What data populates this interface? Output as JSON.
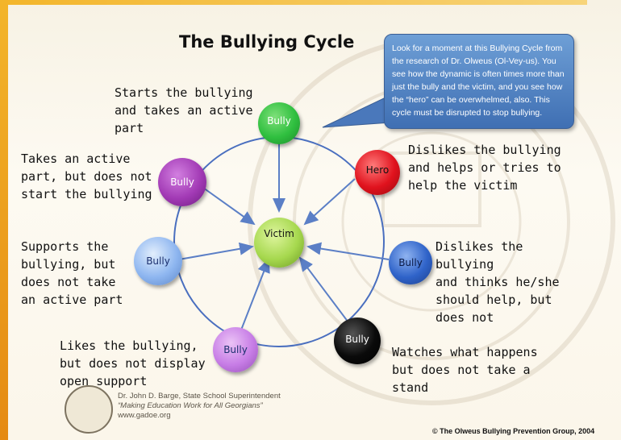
{
  "title": "The Bullying Cycle",
  "callout": "Look for a moment at this Bullying Cycle from the research of Dr. Olweus (Ol-Vey-us).  You see how the dynamic is often times more than just the bully and the victim, and you see how the “hero” can be overwhelmed, also.  This cycle must be disrupted to stop bullying.",
  "nodes": {
    "bully_top": "Bully",
    "bully_upper_left": "Bully",
    "bully_left": "Bully",
    "bully_bottom_left": "Bully",
    "bully_bottom_right": "Bully",
    "bully_right": "Bully",
    "hero": "Hero",
    "victim": "Victim"
  },
  "labels": {
    "starts": "Starts the bullying\nand takes an active\npart",
    "takes_active": "Takes an active\npart, but does not\nstart the bullying",
    "supports": "Supports the\nbullying, but\ndoes not take\nan active part",
    "likes": "Likes the bullying,\nbut does not display\nopen support",
    "watches": "Watches what happens\nbut does not take a\nstand",
    "dislikes_thinks": "Dislikes the bullying\nand thinks he/she\nshould help, but\ndoes not",
    "dislikes_helps": "Dislikes the bullying\nand helps or tries to\nhelp the victim"
  },
  "footer": {
    "line1": "Dr. John D. Barge, State School Superintendent",
    "line2": "“Making Education Work for All Georgians”",
    "line3": "www.gadoe.org"
  },
  "copyright": "© The Olweus Bullying Prevention Group, 2004",
  "colors": {
    "bully_top": "#2fbf3f",
    "bully_upper_left": "#a23ab5",
    "bully_left": "#8eb6f0",
    "bully_bottom_left": "#c77de6",
    "bully_bottom_right": "#050505",
    "bully_right": "#2f63c9",
    "hero": "#e0121d",
    "victim": "#a6d84e",
    "circle": "#4a6fbf",
    "arrow": "#5b7fc6"
  }
}
